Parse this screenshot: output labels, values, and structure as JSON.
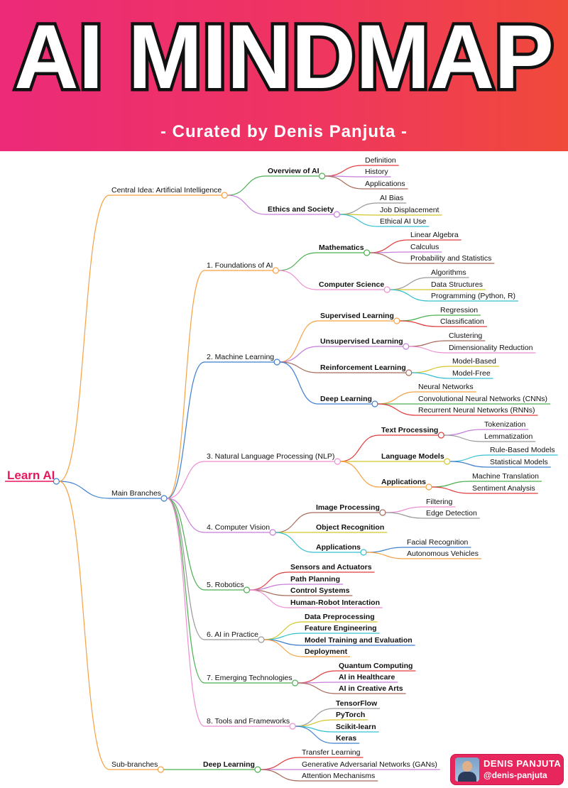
{
  "header": {
    "title": "AI MINDMAP",
    "subtitle": "- Curated by Denis Panjuta -"
  },
  "badge": {
    "name": "DENIS PANJUTA",
    "handle": "@denis-panjuta"
  },
  "colors": {
    "orange": "#f5a143",
    "green": "#4caf50",
    "purple": "#c77ddb",
    "blue": "#3f7fcf",
    "pink": "#ee8fd2",
    "red": "#e03c3c",
    "brown": "#a86b5a",
    "grey": "#999999",
    "yellow": "#d4c62a",
    "cyan": "#36c0d0",
    "root": "#e8175d"
  },
  "nodes": [
    {
      "id": "root",
      "label": "Learn AI",
      "root": true
    },
    {
      "id": "central",
      "label": "Central Idea: Artificial Intelligence",
      "parent": "root",
      "color": "orange"
    },
    {
      "id": "overview",
      "label": "Overview of AI",
      "bold": true,
      "parent": "central",
      "color": "green"
    },
    {
      "id": "definition",
      "label": "Definition",
      "parent": "overview",
      "color": "red"
    },
    {
      "id": "history",
      "label": "History",
      "parent": "overview",
      "color": "purple"
    },
    {
      "id": "applications1",
      "label": "Applications",
      "parent": "overview",
      "color": "brown"
    },
    {
      "id": "ethics",
      "label": "Ethics and Society",
      "bold": true,
      "parent": "central",
      "color": "purple"
    },
    {
      "id": "aibias",
      "label": "AI Bias",
      "parent": "ethics",
      "color": "grey"
    },
    {
      "id": "jobdisp",
      "label": "Job Displacement",
      "parent": "ethics",
      "color": "yellow"
    },
    {
      "id": "ethicaluse",
      "label": "Ethical AI Use",
      "parent": "ethics",
      "color": "cyan"
    },
    {
      "id": "main",
      "label": "Main Branches",
      "parent": "root",
      "color": "blue"
    },
    {
      "id": "found",
      "label": "1. Foundations of AI",
      "parent": "main",
      "color": "orange"
    },
    {
      "id": "math",
      "label": "Mathematics",
      "bold": true,
      "parent": "found",
      "color": "green"
    },
    {
      "id": "linalg",
      "label": "Linear Algebra",
      "parent": "math",
      "color": "red"
    },
    {
      "id": "calc",
      "label": "Calculus",
      "parent": "math",
      "color": "purple"
    },
    {
      "id": "prob",
      "label": "Probability and Statistics",
      "parent": "math",
      "color": "brown"
    },
    {
      "id": "cs",
      "label": "Computer Science",
      "bold": true,
      "parent": "found",
      "color": "pink"
    },
    {
      "id": "algos",
      "label": "Algorithms",
      "parent": "cs",
      "color": "grey"
    },
    {
      "id": "ds",
      "label": "Data Structures",
      "parent": "cs",
      "color": "yellow"
    },
    {
      "id": "prog",
      "label": "Programming (Python, R)",
      "parent": "cs",
      "color": "cyan"
    },
    {
      "id": "ml",
      "label": "2. Machine Learning",
      "parent": "main",
      "color": "blue"
    },
    {
      "id": "sup",
      "label": "Supervised Learning",
      "bold": true,
      "parent": "ml",
      "color": "orange"
    },
    {
      "id": "regr",
      "label": "Regression",
      "parent": "sup",
      "color": "green"
    },
    {
      "id": "classif",
      "label": "Classification",
      "parent": "sup",
      "color": "red"
    },
    {
      "id": "unsup",
      "label": "Unsupervised Learning",
      "bold": true,
      "parent": "ml",
      "color": "purple"
    },
    {
      "id": "clust",
      "label": "Clustering",
      "parent": "unsup",
      "color": "brown"
    },
    {
      "id": "dimred",
      "label": "Dimensionality Reduction",
      "parent": "unsup",
      "color": "pink"
    },
    {
      "id": "rl",
      "label": "Reinforcement Learning",
      "bold": true,
      "parent": "ml",
      "color": "brown"
    },
    {
      "id": "modelbased",
      "label": "Model-Based",
      "parent": "rl",
      "color": "yellow"
    },
    {
      "id": "modelfree",
      "label": "Model-Free",
      "parent": "rl",
      "color": "cyan"
    },
    {
      "id": "dl",
      "label": "Deep Learning",
      "bold": true,
      "parent": "ml",
      "color": "blue"
    },
    {
      "id": "nn",
      "label": "Neural Networks",
      "parent": "dl",
      "color": "orange"
    },
    {
      "id": "cnn",
      "label": "Convolutional Neural Networks (CNNs)",
      "parent": "dl",
      "color": "green"
    },
    {
      "id": "rnn",
      "label": "Recurrent Neural Networks (RNNs)",
      "parent": "dl",
      "color": "red"
    },
    {
      "id": "nlp",
      "label": "3. Natural Language Processing (NLP)",
      "parent": "main",
      "color": "pink"
    },
    {
      "id": "textproc",
      "label": "Text Processing",
      "bold": true,
      "parent": "nlp",
      "color": "red"
    },
    {
      "id": "token",
      "label": "Tokenization",
      "parent": "textproc",
      "color": "purple"
    },
    {
      "id": "lemma",
      "label": "Lemmatization",
      "parent": "textproc",
      "color": "grey"
    },
    {
      "id": "langmodels",
      "label": "Language Models",
      "bold": true,
      "parent": "nlp",
      "color": "yellow"
    },
    {
      "id": "rulebased",
      "label": "Rule-Based Models",
      "parent": "langmodels",
      "color": "cyan"
    },
    {
      "id": "statmodels",
      "label": "Statistical Models",
      "parent": "langmodels",
      "color": "blue"
    },
    {
      "id": "nlpapps",
      "label": "Applications",
      "bold": true,
      "parent": "nlp",
      "color": "orange"
    },
    {
      "id": "mt",
      "label": "Machine Translation",
      "parent": "nlpapps",
      "color": "green"
    },
    {
      "id": "sentiment",
      "label": "Sentiment Analysis",
      "parent": "nlpapps",
      "color": "red"
    },
    {
      "id": "cv",
      "label": "4. Computer Vision",
      "parent": "main",
      "color": "purple"
    },
    {
      "id": "imgproc",
      "label": "Image Processing",
      "bold": true,
      "parent": "cv",
      "color": "brown"
    },
    {
      "id": "filtering",
      "label": "Filtering",
      "parent": "imgproc",
      "color": "pink"
    },
    {
      "id": "edge",
      "label": "Edge Detection",
      "parent": "imgproc",
      "color": "grey"
    },
    {
      "id": "objrec",
      "label": "Object Recognition",
      "bold": true,
      "parent": "cv",
      "color": "yellow"
    },
    {
      "id": "cvapps",
      "label": "Applications",
      "bold": true,
      "parent": "cv",
      "color": "cyan"
    },
    {
      "id": "facial",
      "label": "Facial Recognition",
      "parent": "cvapps",
      "color": "blue"
    },
    {
      "id": "autonomous",
      "label": "Autonomous Vehicles",
      "parent": "cvapps",
      "color": "orange"
    },
    {
      "id": "robotics",
      "label": "5. Robotics",
      "parent": "main",
      "color": "green"
    },
    {
      "id": "sensors",
      "label": "Sensors and Actuators",
      "bold": true,
      "parent": "robotics",
      "color": "red"
    },
    {
      "id": "pathplan",
      "label": "Path Planning",
      "bold": true,
      "parent": "robotics",
      "color": "purple"
    },
    {
      "id": "control",
      "label": "Control Systems",
      "bold": true,
      "parent": "robotics",
      "color": "brown"
    },
    {
      "id": "hri",
      "label": "Human-Robot Interaction",
      "bold": true,
      "parent": "robotics",
      "color": "pink"
    },
    {
      "id": "practice",
      "label": "6. AI in Practice",
      "parent": "main",
      "color": "grey"
    },
    {
      "id": "dataprep",
      "label": "Data Preprocessing",
      "bold": true,
      "parent": "practice",
      "color": "yellow"
    },
    {
      "id": "feateng",
      "label": "Feature Engineering",
      "bold": true,
      "parent": "practice",
      "color": "cyan"
    },
    {
      "id": "modeltrain",
      "label": "Model Training and Evaluation",
      "bold": true,
      "parent": "practice",
      "color": "blue"
    },
    {
      "id": "deploy",
      "label": "Deployment",
      "bold": true,
      "parent": "practice",
      "color": "orange"
    },
    {
      "id": "emerging",
      "label": "7. Emerging Technologies",
      "parent": "main",
      "color": "green"
    },
    {
      "id": "quantum",
      "label": "Quantum Computing",
      "bold": true,
      "parent": "emerging",
      "color": "red"
    },
    {
      "id": "health",
      "label": "AI in Healthcare",
      "bold": true,
      "parent": "emerging",
      "color": "purple"
    },
    {
      "id": "creative",
      "label": "AI in Creative Arts",
      "bold": true,
      "parent": "emerging",
      "color": "brown"
    },
    {
      "id": "tools",
      "label": "8. Tools and Frameworks",
      "parent": "main",
      "color": "pink"
    },
    {
      "id": "tf",
      "label": "TensorFlow",
      "bold": true,
      "parent": "tools",
      "color": "grey"
    },
    {
      "id": "pytorch",
      "label": "PyTorch",
      "bold": true,
      "parent": "tools",
      "color": "yellow"
    },
    {
      "id": "sklearn",
      "label": "Scikit-learn",
      "bold": true,
      "parent": "tools",
      "color": "cyan"
    },
    {
      "id": "keras",
      "label": "Keras",
      "bold": true,
      "parent": "tools",
      "color": "blue"
    },
    {
      "id": "sub",
      "label": "Sub-branches",
      "parent": "root",
      "color": "orange"
    },
    {
      "id": "subdl",
      "label": "Deep Learning",
      "bold": true,
      "parent": "sub",
      "color": "green"
    },
    {
      "id": "transfer",
      "label": "Transfer Learning",
      "parent": "subdl",
      "color": "red"
    },
    {
      "id": "gans",
      "label": "Generative Adversarial Networks (GANs)",
      "parent": "subdl",
      "color": "purple"
    },
    {
      "id": "attention",
      "label": "Attention Mechanisms",
      "parent": "subdl",
      "color": "brown"
    }
  ]
}
